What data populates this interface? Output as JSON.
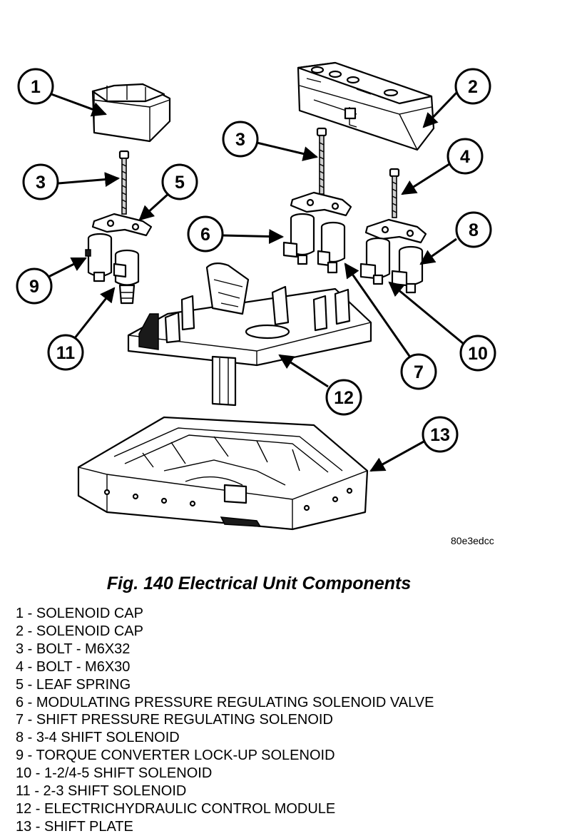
{
  "figure": {
    "image_code": "80e3edcc",
    "caption": "Fig. 140 Electrical Unit Components"
  },
  "callouts": [
    "1",
    "2",
    "3",
    "3",
    "4",
    "5",
    "6",
    "7",
    "8",
    "9",
    "10",
    "11",
    "12",
    "13"
  ],
  "legend": [
    "1 - SOLENOID CAP",
    "2 - SOLENOID CAP",
    "3 - BOLT - M6X32",
    "4 - BOLT - M6X30",
    "5 - LEAF SPRING",
    "6 - MODULATING PRESSURE REGULATING SOLENOID VALVE",
    "7 - SHIFT PRESSURE REGULATING SOLENOID",
    "8 - 3-4 SHIFT SOLENOID",
    "9 - TORQUE CONVERTER LOCK-UP SOLENOID",
    "10 - 1-2/4-5 SHIFT SOLENOID",
    "11 - 2-3 SHIFT SOLENOID",
    "12 - ELECTRICHYDRAULIC CONTROL MODULE",
    "13 - SHIFT PLATE"
  ]
}
